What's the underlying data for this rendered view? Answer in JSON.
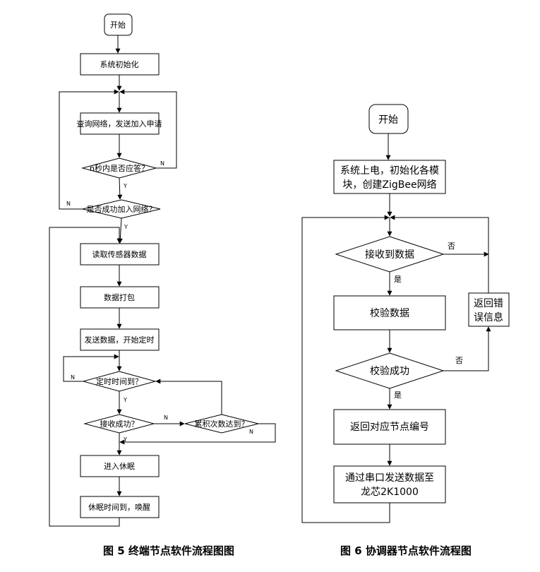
{
  "fig5": {
    "caption": "图 5  终端节点软件流程图图",
    "start": "开始",
    "init": "系统初始化",
    "query": "查询网络，发送加入申请",
    "n_sec": "n秒内是否应答？",
    "joined": "是否成功加入网络？",
    "read": "读取传感器数据",
    "pack": "数据打包",
    "send": "发送数据，开始定时",
    "timer": "定时时间到？",
    "recv_ok": "接收成功？",
    "count": "累积次数达到？",
    "sleep": "进入休眠",
    "wake": "休眠时间到，唤醒",
    "n": "N",
    "y": "Y"
  },
  "fig6": {
    "caption": "图 6  协调器节点软件流程图",
    "start": "开始",
    "init_line1": "系统上电，初始化各模",
    "init_line2": "块，创建ZigBee网络",
    "recv": "接收到数据",
    "verify": "校验数据",
    "verify_ok": "校验成功",
    "return_node": "返回对应节点编号",
    "send_line1": "通过串口发送数据至",
    "send_line2": "龙芯2K1000",
    "error_line1": "返回错",
    "error_line2": "误信息",
    "yes": "是",
    "no": "否"
  }
}
